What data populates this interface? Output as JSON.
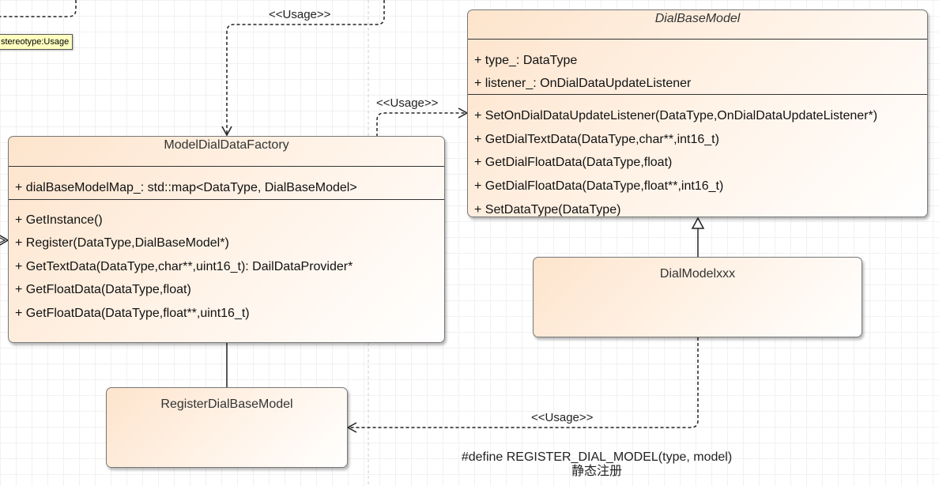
{
  "tooltip": "stereotype:Usage",
  "usage_labels": [
    "<<Usage>>",
    "<<Usage>>",
    "<<Usage>>"
  ],
  "dial_base_model": {
    "name": "DialBaseModel",
    "attributes": [
      "+ type_: DataType",
      "+ listener_: OnDialDataUpdateListener"
    ],
    "operations": [
      "+ SetOnDialDataUpdateListener(DataType,OnDialDataUpdateListener*)",
      "+ GetDialTextData(DataType,char**,int16_t)",
      "+ GetDialFloatData(DataType,float)",
      "+ GetDialFloatData(DataType,float**,int16_t)",
      "+ SetDataType(DataType)"
    ]
  },
  "model_dial_data_factory": {
    "name": "ModelDialDataFactory",
    "attributes": [
      "+ dialBaseModelMap_: std::map<DataType, DialBaseModel>"
    ],
    "operations": [
      "+ GetInstance()",
      "+ Register(DataType,DialBaseModel*)",
      "+ GetTextData(DataType,char**,uint16_t): DailDataProvider*",
      "+ GetFloatData(DataType,float)",
      "+ GetFloatData(DataType,float**,uint16_t)"
    ]
  },
  "dial_model_xxx": {
    "name": "DialModelxxx"
  },
  "register_dial_base_model": {
    "name": "RegisterDialBaseModel"
  },
  "note": {
    "line1": "#define REGISTER_DIAL_MODEL(type, model)",
    "line2": "静态注册"
  }
}
